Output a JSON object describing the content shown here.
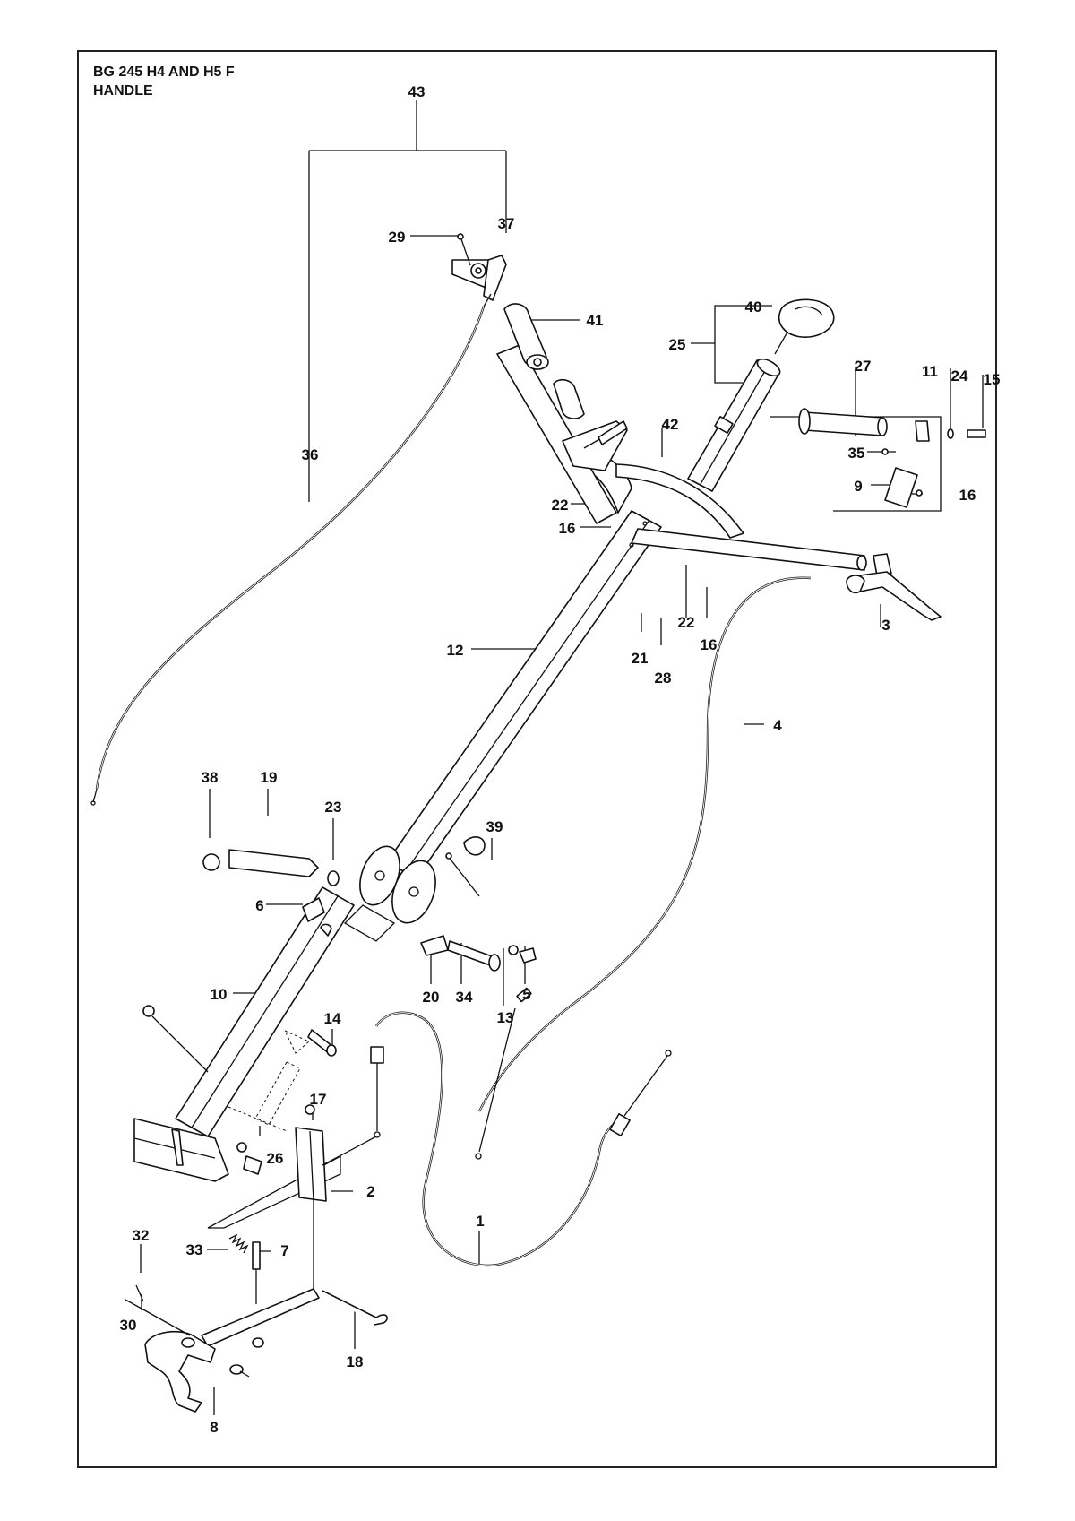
{
  "header": {
    "model": "BG 245 H4 AND H5 F",
    "section": "HANDLE"
  },
  "callouts": [
    "43",
    "37",
    "29",
    "41",
    "40",
    "25",
    "36",
    "27",
    "11",
    "24",
    "15",
    "42",
    "35",
    "9",
    "16",
    "22",
    "16",
    "22",
    "16",
    "3",
    "12",
    "21",
    "28",
    "4",
    "38",
    "19",
    "23",
    "39",
    "6",
    "20",
    "34",
    "5",
    "13",
    "10",
    "14",
    "17",
    "26",
    "2",
    "1",
    "32",
    "33",
    "7",
    "30",
    "18",
    "8"
  ]
}
